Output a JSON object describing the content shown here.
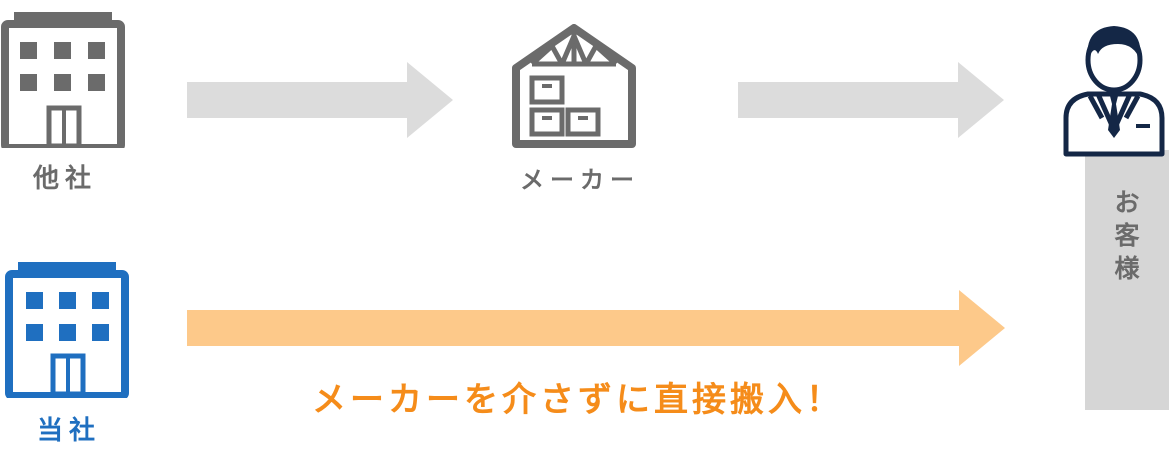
{
  "labels": {
    "other_company": "他社",
    "maker": "メーカー",
    "our_company": "当社",
    "customer_chars": [
      "お",
      "客",
      "様"
    ]
  },
  "tagline": "メーカーを介さずに直接搬入！",
  "icons": {
    "other_company": "building-icon",
    "maker": "warehouse-icon",
    "our_company": "building-icon",
    "customer": "businessman-icon"
  },
  "colors": {
    "gray_icon": "#6b6b6b",
    "blue_icon": "#1f6fc0",
    "gray_arrow": "#dcdcdc",
    "orange_arrow": "#fdc98a",
    "orange_text": "#f58c1a",
    "navy": "#142746",
    "customer_bar": "#d6d6d6"
  }
}
